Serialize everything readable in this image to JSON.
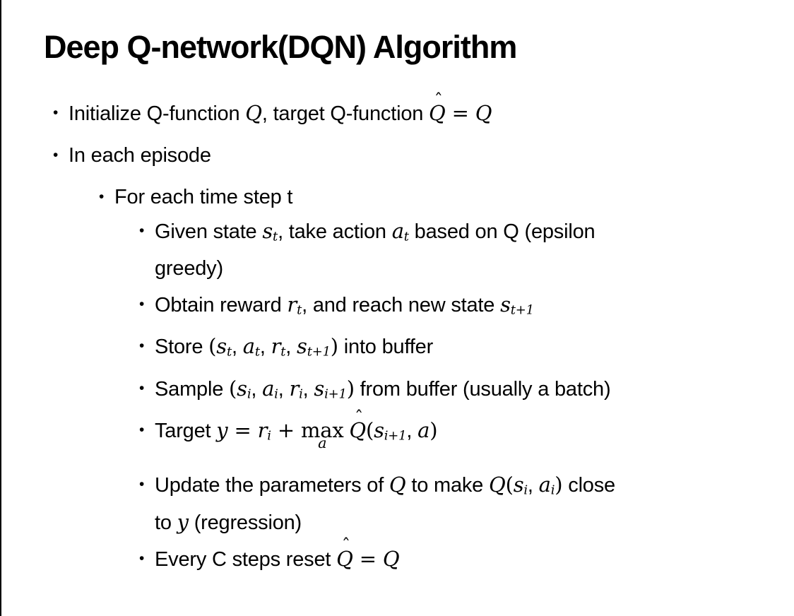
{
  "slide": {
    "title": "Deep Q-network(DQN) Algorithm",
    "bullet_char": "•",
    "colors": {
      "background": "#ffffff",
      "text": "#000000",
      "border": "#000000"
    },
    "bullets": [
      {
        "level": 1,
        "segments": [
          {
            "st": "t",
            "tx": "Initialize Q-function "
          },
          {
            "st": "m",
            "tx": "Q"
          },
          {
            "st": "t",
            "tx": ", target Q-function "
          },
          {
            "st": "hat",
            "tx": "Q",
            "hat": "ˆ"
          },
          {
            "st": "mop",
            "tx": " = "
          },
          {
            "st": "m",
            "tx": "Q"
          }
        ]
      },
      {
        "level": 1,
        "segments": [
          {
            "st": "t",
            "tx": "In each episode"
          }
        ]
      },
      {
        "level": 2,
        "segments": [
          {
            "st": "t",
            "tx": "For each time step t"
          }
        ]
      },
      {
        "level": 3,
        "segments": [
          {
            "st": "t",
            "tx": "Given state "
          },
          {
            "st": "m",
            "tx": "s"
          },
          {
            "st": "sub",
            "tx": "t"
          },
          {
            "st": "t",
            "tx": ", take action "
          },
          {
            "st": "m",
            "tx": "a"
          },
          {
            "st": "sub",
            "tx": "t"
          },
          {
            "st": "t",
            "tx": " based on Q (epsilon"
          },
          {
            "st": "br"
          },
          {
            "st": "t",
            "tx": "greedy)"
          }
        ]
      },
      {
        "level": 3,
        "segments": [
          {
            "st": "t",
            "tx": "Obtain reward "
          },
          {
            "st": "m",
            "tx": "r"
          },
          {
            "st": "sub",
            "tx": "t"
          },
          {
            "st": "t",
            "tx": ", and reach new state "
          },
          {
            "st": "m",
            "tx": "s"
          },
          {
            "st": "sub",
            "tx": "t+1"
          }
        ]
      },
      {
        "level": 3,
        "segments": [
          {
            "st": "t",
            "tx": "Store "
          },
          {
            "st": "mop",
            "tx": "("
          },
          {
            "st": "m",
            "tx": "s"
          },
          {
            "st": "sub",
            "tx": "t"
          },
          {
            "st": "t",
            "tx": ", "
          },
          {
            "st": "m",
            "tx": "a"
          },
          {
            "st": "sub",
            "tx": "t"
          },
          {
            "st": "t",
            "tx": ", "
          },
          {
            "st": "m",
            "tx": "r"
          },
          {
            "st": "sub",
            "tx": "t"
          },
          {
            "st": "t",
            "tx": ", "
          },
          {
            "st": "m",
            "tx": "s"
          },
          {
            "st": "sub",
            "tx": "t+1"
          },
          {
            "st": "mop",
            "tx": ")"
          },
          {
            "st": "t",
            "tx": " into buffer"
          }
        ]
      },
      {
        "level": 3,
        "segments": [
          {
            "st": "t",
            "tx": "Sample "
          },
          {
            "st": "mop",
            "tx": "("
          },
          {
            "st": "m",
            "tx": "s"
          },
          {
            "st": "sub",
            "tx": "i"
          },
          {
            "st": "t",
            "tx": ", "
          },
          {
            "st": "m",
            "tx": "a"
          },
          {
            "st": "sub",
            "tx": "i"
          },
          {
            "st": "t",
            "tx": ", "
          },
          {
            "st": "m",
            "tx": "r"
          },
          {
            "st": "sub",
            "tx": "i"
          },
          {
            "st": "t",
            "tx": ", "
          },
          {
            "st": "m",
            "tx": "s"
          },
          {
            "st": "sub",
            "tx": "i+1"
          },
          {
            "st": "mop",
            "tx": ")"
          },
          {
            "st": "t",
            "tx": " from buffer (usually a batch)"
          }
        ]
      },
      {
        "level": 3,
        "segments": [
          {
            "st": "t",
            "tx": "Target "
          },
          {
            "st": "m",
            "tx": "y"
          },
          {
            "st": "mop",
            "tx": " = "
          },
          {
            "st": "m",
            "tx": "r"
          },
          {
            "st": "sub",
            "tx": "i"
          },
          {
            "st": "mop",
            "tx": " + "
          },
          {
            "st": "munder",
            "tx": "max",
            "un": "a"
          },
          {
            "st": "t",
            "tx": " "
          },
          {
            "st": "hat",
            "tx": "Q",
            "hat": "ˆ"
          },
          {
            "st": "mop",
            "tx": "("
          },
          {
            "st": "m",
            "tx": "s"
          },
          {
            "st": "sub",
            "tx": "i+1"
          },
          {
            "st": "t",
            "tx": ", "
          },
          {
            "st": "m",
            "tx": "a"
          },
          {
            "st": "mop",
            "tx": ")"
          }
        ]
      },
      {
        "level": 3,
        "segments": [
          {
            "st": "t",
            "tx": "Update the parameters of "
          },
          {
            "st": "m",
            "tx": "Q"
          },
          {
            "st": "t",
            "tx": " to make "
          },
          {
            "st": "m",
            "tx": "Q"
          },
          {
            "st": "mop",
            "tx": "("
          },
          {
            "st": "m",
            "tx": "s"
          },
          {
            "st": "sub",
            "tx": "i"
          },
          {
            "st": "t",
            "tx": ", "
          },
          {
            "st": "m",
            "tx": "a"
          },
          {
            "st": "sub",
            "tx": "i"
          },
          {
            "st": "mop",
            "tx": ")"
          },
          {
            "st": "t",
            "tx": " close"
          },
          {
            "st": "br"
          },
          {
            "st": "t",
            "tx": "to "
          },
          {
            "st": "m",
            "tx": "y"
          },
          {
            "st": "t",
            "tx": " (regression)"
          }
        ]
      },
      {
        "level": 3,
        "segments": [
          {
            "st": "t",
            "tx": "Every C steps reset "
          },
          {
            "st": "hat",
            "tx": "Q",
            "hat": "ˆ"
          },
          {
            "st": "mop",
            "tx": " = "
          },
          {
            "st": "m",
            "tx": "Q"
          }
        ]
      }
    ]
  }
}
